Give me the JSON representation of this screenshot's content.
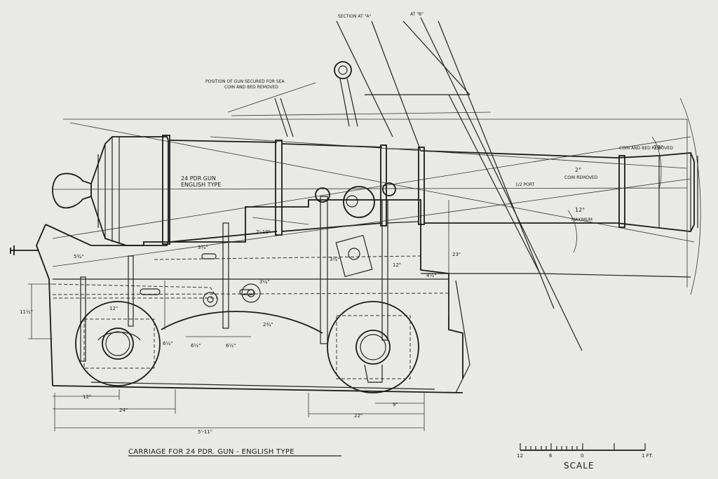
{
  "title": "CARRIAGE FOR 24 PDR. GUN - ENGLISH TYPE",
  "labels": {
    "section_a": "SECTION AT \"A\"",
    "section_b": "AT \"B\"",
    "position": "POSITION OF GUN SECURED FOR SEA",
    "position2": "COIN AND BED REMOVED",
    "gun_type": "24 PDR GUN",
    "gun_type2": "ENGLISH TYPE",
    "coin_bed": "COIN AND BED REMOVED",
    "coin_removed": "COIN REMOVED",
    "port": "1/2 PORT",
    "maximum": "MAXIMUM",
    "angle_13": "13°",
    "angle_2": "2°",
    "angle_12": "12°"
  },
  "dimensions": {
    "d_5_11": "5'-11\"",
    "d_24": "24\"",
    "d_12a": "12\"",
    "d_22": "22\"",
    "d_9": "9\"",
    "d_11_half": "11½\"",
    "d_2_10": "2'-10\"",
    "d_23": "23\"",
    "d_12b": "12\"",
    "d_12c": "12\"",
    "d_6a": "6½\"",
    "d_6b": "6½\"",
    "d_6c": "6½\"",
    "d_3a": "3¾\"",
    "d_3b": "3¼\"",
    "d_3c": "3½\"",
    "d_5": "5¾\"",
    "d_2": "2¾\"",
    "d_4": "4½\""
  },
  "scale": {
    "word": "SCALE",
    "t_12": "12",
    "t_6": "6",
    "t_0": "0",
    "t_1ft": "1 FT."
  }
}
